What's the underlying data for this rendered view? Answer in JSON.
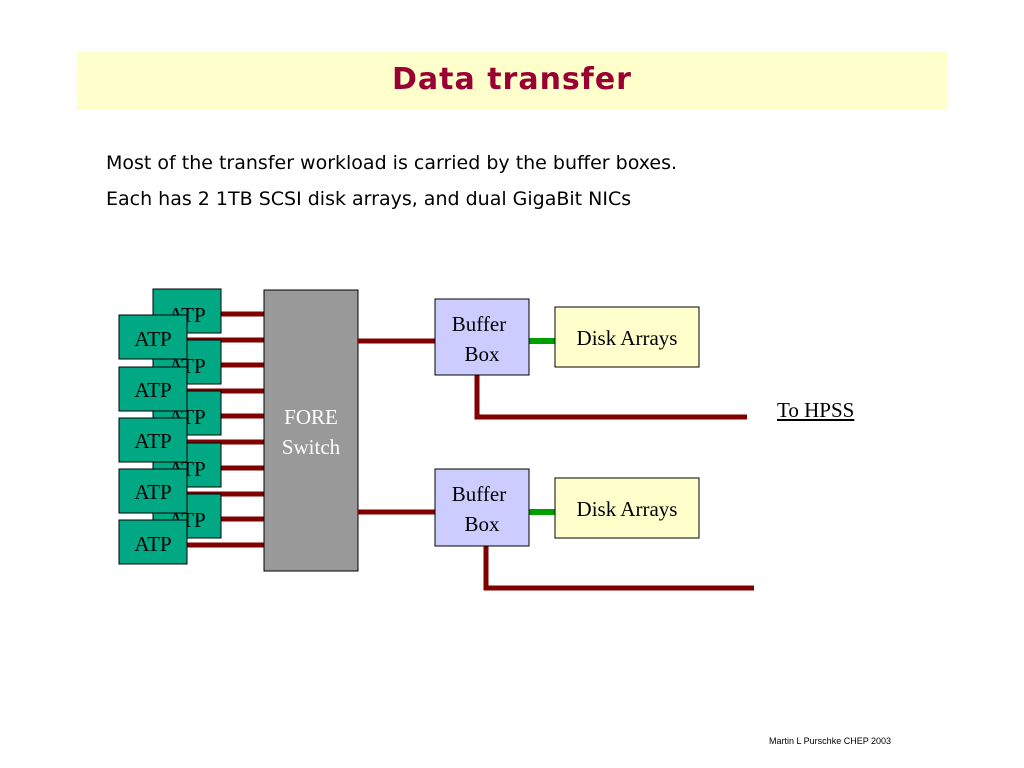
{
  "slide": {
    "title": "Data transfer",
    "body_lines": [
      "Most of the transfer workload is carried by the buffer boxes.",
      "Each has 2 1TB SCSI disk arrays, and dual GigaBit NICs"
    ],
    "footer": "Martin L Purschke CHEP 2003"
  },
  "diagram": {
    "atp_label": "ATP",
    "switch_line1": "FORE",
    "switch_line2": "Switch",
    "buffer_line1": "Buffer",
    "buffer_line2": "Box",
    "disk_label": "Disk Arrays",
    "hpss_label": "To HPSS",
    "colors": {
      "atp_fill": "#00a884",
      "switch_fill": "#999999",
      "buffer_fill": "#ccccff",
      "disk_fill": "#ffffcc",
      "link_red": "#800000",
      "link_green": "#00a000",
      "title_color": "#990033"
    }
  }
}
